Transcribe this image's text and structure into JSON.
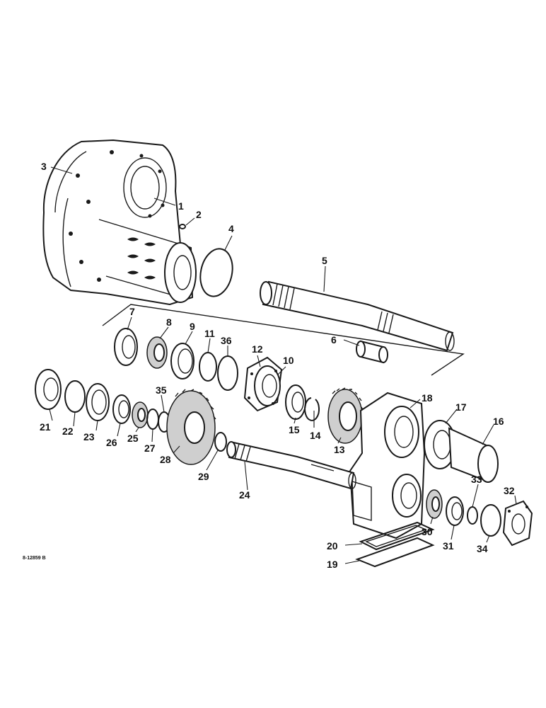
{
  "drawing_ref": "8-12859 B",
  "callouts": [
    "1",
    "2",
    "3",
    "4",
    "5",
    "6",
    "7",
    "8",
    "9",
    "10",
    "11",
    "12",
    "13",
    "14",
    "15",
    "16",
    "17",
    "18",
    "19",
    "20",
    "21",
    "22",
    "23",
    "24",
    "25",
    "26",
    "27",
    "28",
    "29",
    "30",
    "31",
    "32",
    "33",
    "34",
    "35",
    "36"
  ]
}
